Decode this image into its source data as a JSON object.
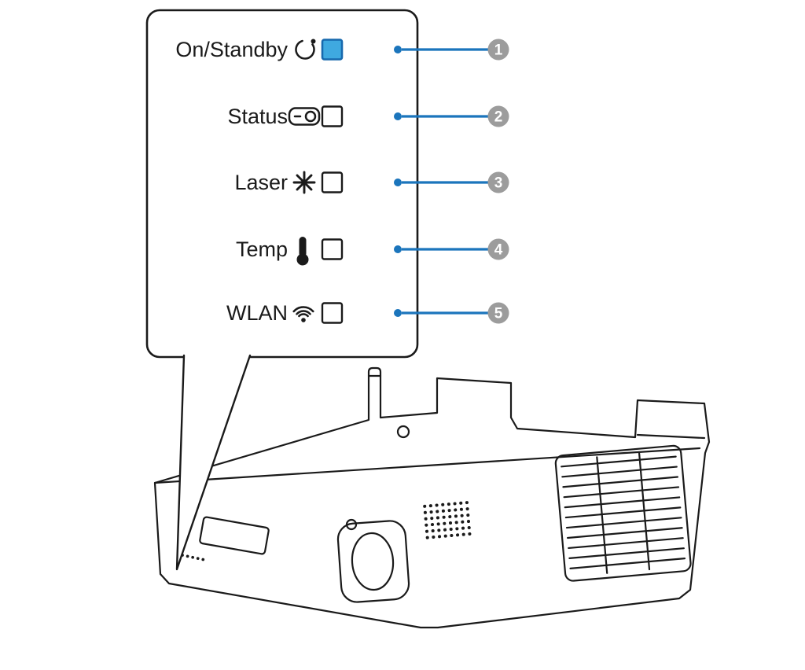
{
  "callout": {
    "indicators": [
      {
        "label": "On/Standby",
        "icon": "standby-power-icon",
        "number": "1",
        "state": "on"
      },
      {
        "label": "Status",
        "icon": "status-projector-icon",
        "number": "2",
        "state": "off"
      },
      {
        "label": "Laser",
        "icon": "laser-star-icon",
        "number": "3",
        "state": "off"
      },
      {
        "label": "Temp",
        "icon": "temperature-thermometer-icon",
        "number": "4",
        "state": "off"
      },
      {
        "label": "WLAN",
        "icon": "wireless-lan-icon",
        "number": "5",
        "state": "off"
      }
    ]
  },
  "colors": {
    "indicator_on_fill": "#3FA9E0",
    "indicator_on_border": "#1769AE",
    "indicator_off_fill": "#FFFFFF",
    "leader_line_blue": "#1B75BC",
    "number_circle_gray": "#9C9C9C",
    "number_text_white": "#FFFFFF",
    "line_art_black": "#1A1A1A"
  }
}
